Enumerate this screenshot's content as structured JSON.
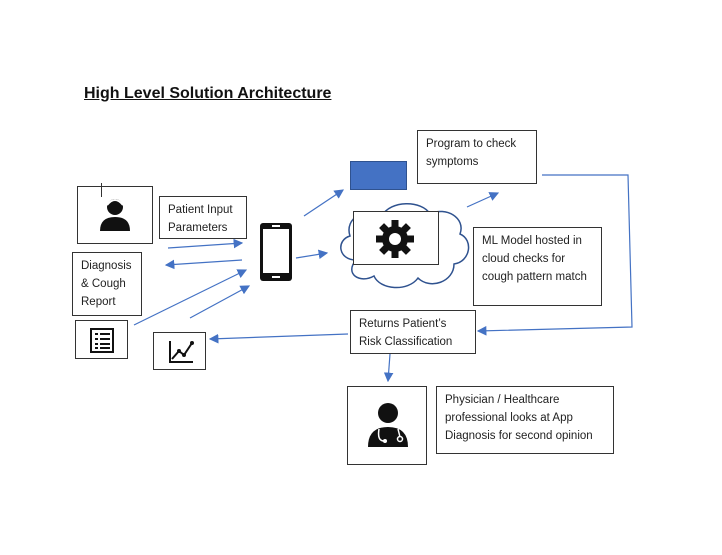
{
  "title": "High Level Solution Architecture",
  "nodes": {
    "patient_input": "Patient Input Parameters",
    "diagnosis_report": "Diagnosis & Cough Report",
    "program_check": "Program to check symptoms",
    "ml_model": "ML Model hosted in cloud checks for cough pattern match",
    "risk_classification": "Returns Patient’s Risk Classification",
    "physician": "Physician / Healthcare professional looks at App Diagnosis for second opinion"
  },
  "icons": {
    "patient": "user-icon",
    "report": "list-document-icon",
    "chart": "line-chart-icon",
    "phone": "smartphone-icon",
    "gear": "gear-icon",
    "doctor": "doctor-icon"
  },
  "colors": {
    "arrow": "#4472c4",
    "accent_rect": "#4472c4"
  }
}
